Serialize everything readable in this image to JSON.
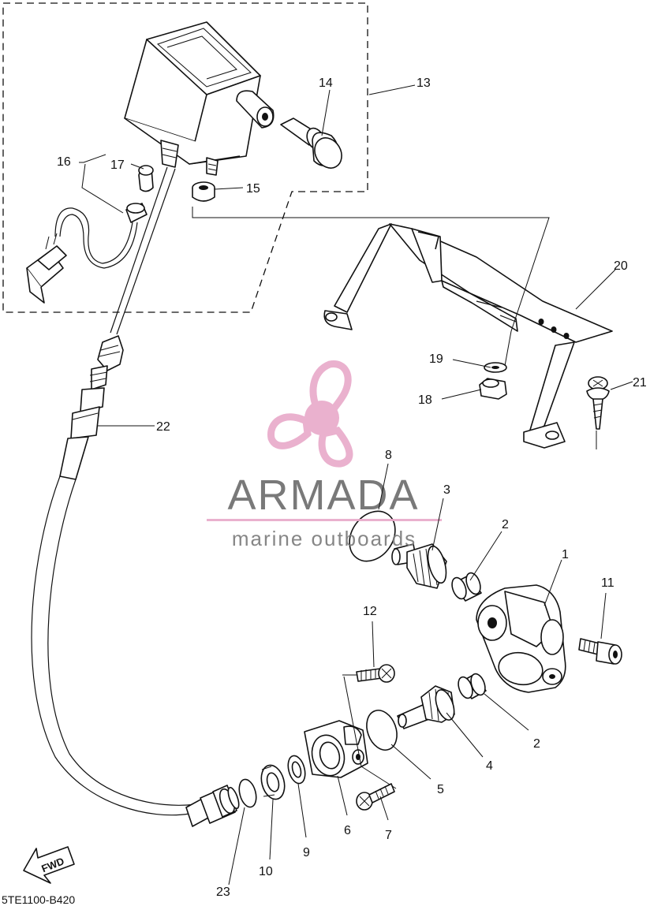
{
  "diagram": {
    "code": "5TE1100-B420",
    "fwd_label": "FWD",
    "watermark": {
      "brand": "ARMADA",
      "tagline": "marine outboards",
      "brand_color": "#6b6b6b",
      "accent_color": "#e8a9c9"
    },
    "callouts": [
      {
        "id": "c1",
        "label": "1"
      },
      {
        "id": "c2a",
        "label": "2"
      },
      {
        "id": "c2b",
        "label": "2"
      },
      {
        "id": "c3",
        "label": "3"
      },
      {
        "id": "c4",
        "label": "4"
      },
      {
        "id": "c5",
        "label": "5"
      },
      {
        "id": "c6",
        "label": "6"
      },
      {
        "id": "c7",
        "label": "7"
      },
      {
        "id": "c8",
        "label": "8"
      },
      {
        "id": "c9",
        "label": "9"
      },
      {
        "id": "c10",
        "label": "10"
      },
      {
        "id": "c11",
        "label": "11"
      },
      {
        "id": "c12",
        "label": "12"
      },
      {
        "id": "c13",
        "label": "13"
      },
      {
        "id": "c14",
        "label": "14"
      },
      {
        "id": "c15",
        "label": "15"
      },
      {
        "id": "c16",
        "label": "16"
      },
      {
        "id": "c17",
        "label": "17"
      },
      {
        "id": "c18",
        "label": "18"
      },
      {
        "id": "c19",
        "label": "19"
      },
      {
        "id": "c20",
        "label": "20"
      },
      {
        "id": "c21",
        "label": "21"
      },
      {
        "id": "c22",
        "label": "22"
      },
      {
        "id": "c23",
        "label": "23"
      }
    ]
  }
}
